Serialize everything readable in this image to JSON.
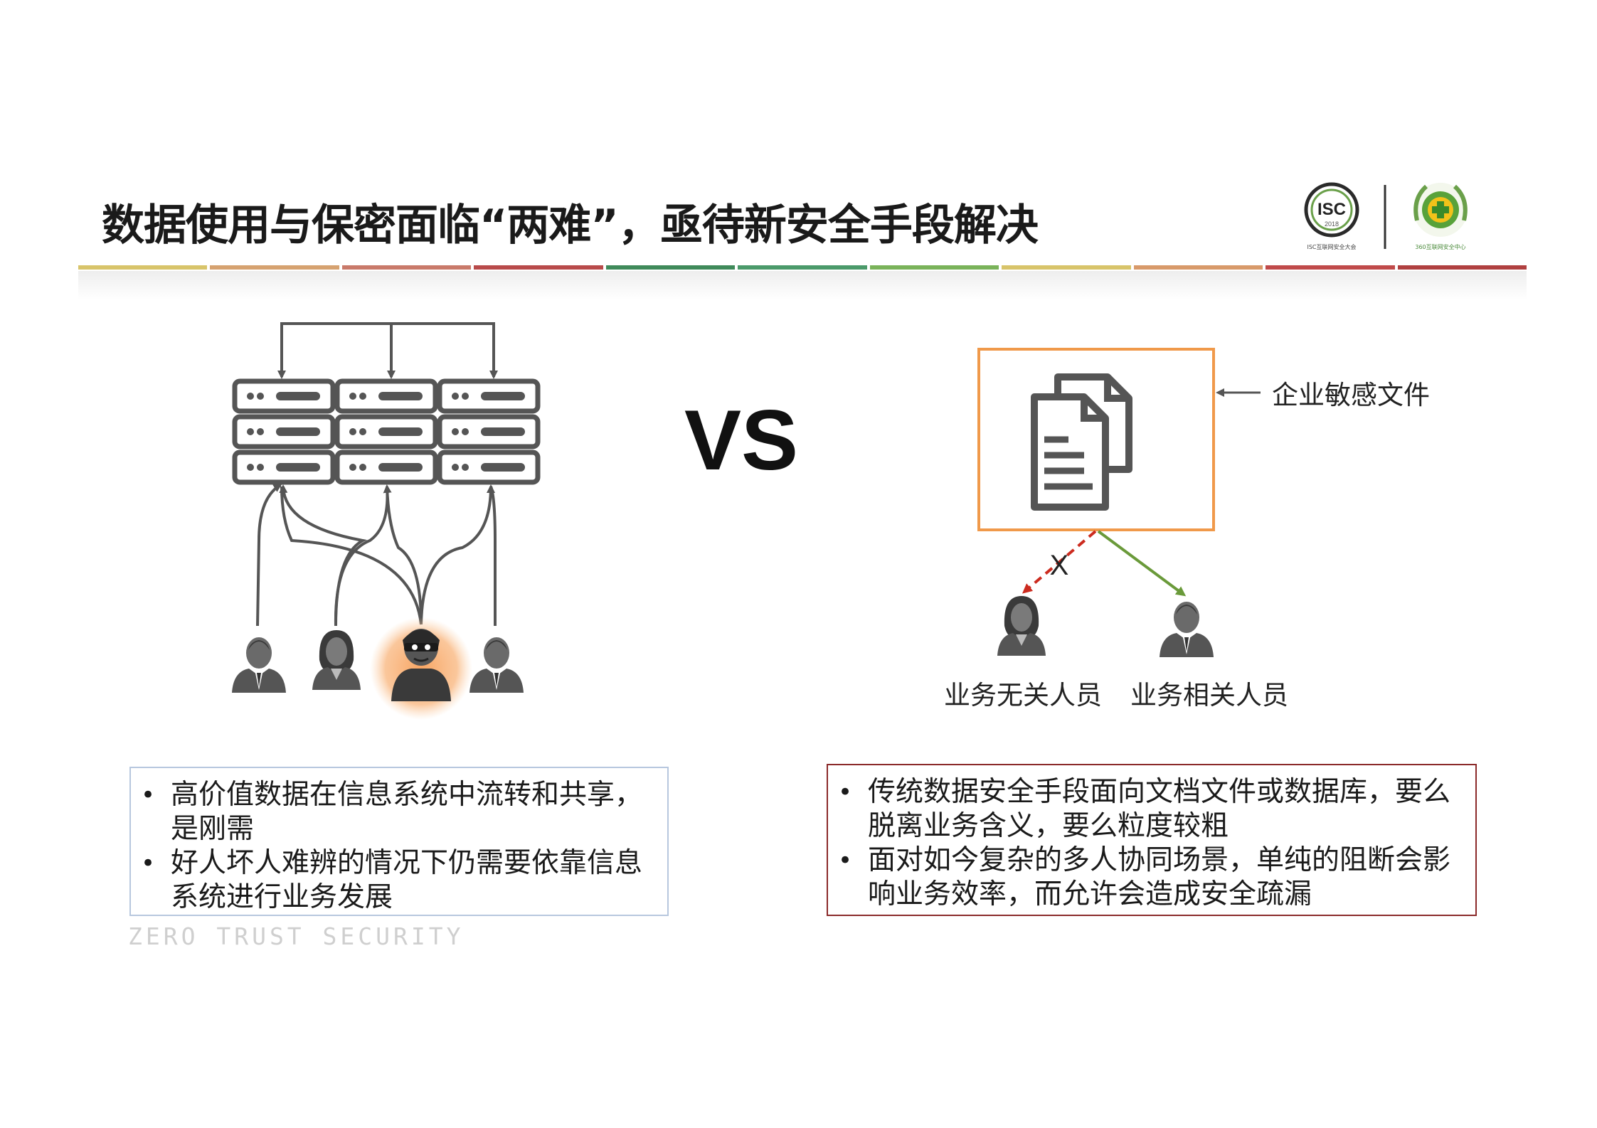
{
  "slide": {
    "title": "数据使用与保密面临“两难”，亟待新安全手段解决",
    "vs_label": "VS",
    "logos": {
      "isc_text": "ISC",
      "isc_year": "2018",
      "isc_caption": "ISC互联网安全大会",
      "org_caption": "360互联网安全中心"
    },
    "rule_colors": [
      "#d8c46a",
      "#d6a270",
      "#c97a6a",
      "#b84a4a",
      "#3f8a5a",
      "#4b9a6a",
      "#7ab35a",
      "#d8c46a",
      "#d89a6a",
      "#c04a4a",
      "#b04040"
    ]
  },
  "right_diagram": {
    "file_label": "企业敏感文件",
    "blocked_mark": "X",
    "person_unrelated": "业务无关人员",
    "person_related": "业务相关人员"
  },
  "left_box": {
    "bullets": [
      "高价值数据在信息系统中流转和共享，是刚需",
      "好人坏人难辨的情况下仍需要依靠信息系统进行业务发展"
    ]
  },
  "right_box": {
    "bullets": [
      "传统数据安全手段面向文档文件或数据库，要么脱离业务含义，要么粒度较粗",
      "面对如今复杂的多人协同场景，单纯的阻断会影响业务效率，而允许会造成安全疏漏"
    ]
  },
  "watermark": "ZERO TRUST SECURITY",
  "colors": {
    "file_box_border": "#f0994a",
    "blocked_arrow": "#cc2b1f",
    "allowed_arrow": "#6a9a3a",
    "attacker_glow": "#f7a05a",
    "icon_gray": "#5a5a5a"
  }
}
